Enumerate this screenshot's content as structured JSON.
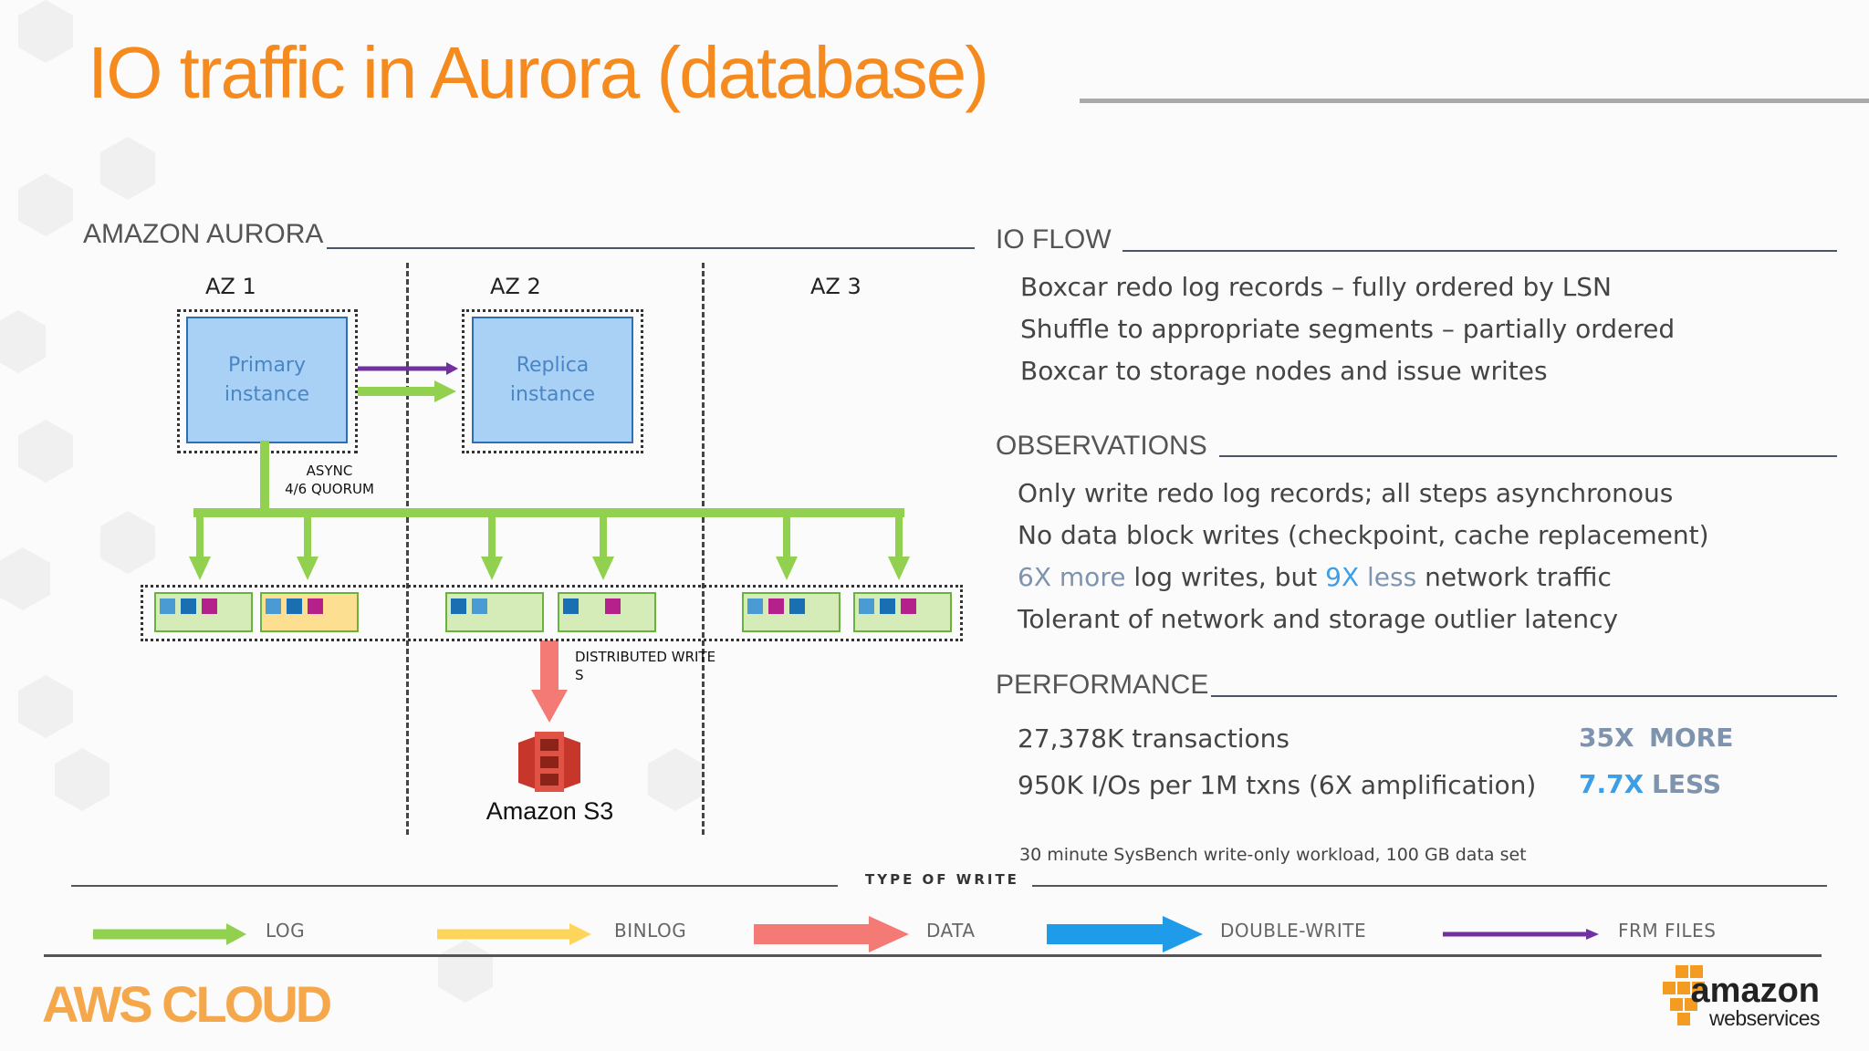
{
  "title": "IO traffic in Aurora (database)",
  "left_section": {
    "heading": "AMAZON AURORA",
    "az_labels": [
      "AZ 1",
      "AZ 2",
      "AZ 3"
    ],
    "primary_instance": [
      "Primary",
      "instance"
    ],
    "replica_instance": [
      "Replica",
      "instance"
    ],
    "async_label": [
      "ASYNC",
      "4/6 QUORUM"
    ],
    "distributed_label": [
      "DISTRIBUTED WRITE",
      "S"
    ],
    "s3_label": "Amazon S3"
  },
  "io_flow": {
    "heading": "IO FLOW",
    "lines": [
      "Boxcar redo log records – fully ordered by LSN",
      "Shuffle to appropriate segments – partially ordered",
      "Boxcar to storage nodes and issue writes"
    ]
  },
  "observations": {
    "heading": "OBSERVATIONS",
    "line1": "Only write redo log records; all steps asynchronous",
    "line2": "No data block writes (checkpoint, cache replacement)",
    "line3": {
      "hl1_num": "6X",
      "hl1_word": "more",
      "mid": "log writes, but",
      "hl2_num": "9X",
      "hl2_word": "less",
      "end": "network traffic"
    },
    "line4": "Tolerant of network and storage outlier latency"
  },
  "performance": {
    "heading": "PERFORMANCE",
    "rows": [
      {
        "text": "27,378K transactions",
        "factor": "35X",
        "word": "MORE"
      },
      {
        "text": "950K I/Os per 1M txns (6X amplification)",
        "factor": "7.7X",
        "word": "LESS"
      }
    ],
    "footnote": "30 minute SysBench write-only workload, 100 GB data set"
  },
  "legend": {
    "heading": "TYPE OF WRITE",
    "items": [
      {
        "label": "LOG",
        "color": "#92d050"
      },
      {
        "label": "BINLOG",
        "color": "#fcd55a"
      },
      {
        "label": "DATA",
        "color": "#f47a76"
      },
      {
        "label": "DOUBLE-WRITE",
        "color": "#1e9be9"
      },
      {
        "label": "FRM FILES",
        "color": "#7030a0"
      }
    ]
  },
  "footer": {
    "brand": "AWS CLOUD",
    "logo_main": "amazon",
    "logo_sub": "webservices"
  },
  "colors": {
    "title_orange": "#f58a1f",
    "log_green": "#92d050",
    "binlog_yellow": "#fcd55a",
    "data_red": "#f47a76",
    "double_write_blue": "#1e9be9",
    "frm_purple": "#7030a0",
    "seg_blue_light": "#4a9bd4",
    "seg_blue_dark": "#1a6fb3",
    "seg_magenta": "#b5218b",
    "highlight_gray_blue": "#7e93ad",
    "highlight_blue": "#3d9ee6"
  }
}
